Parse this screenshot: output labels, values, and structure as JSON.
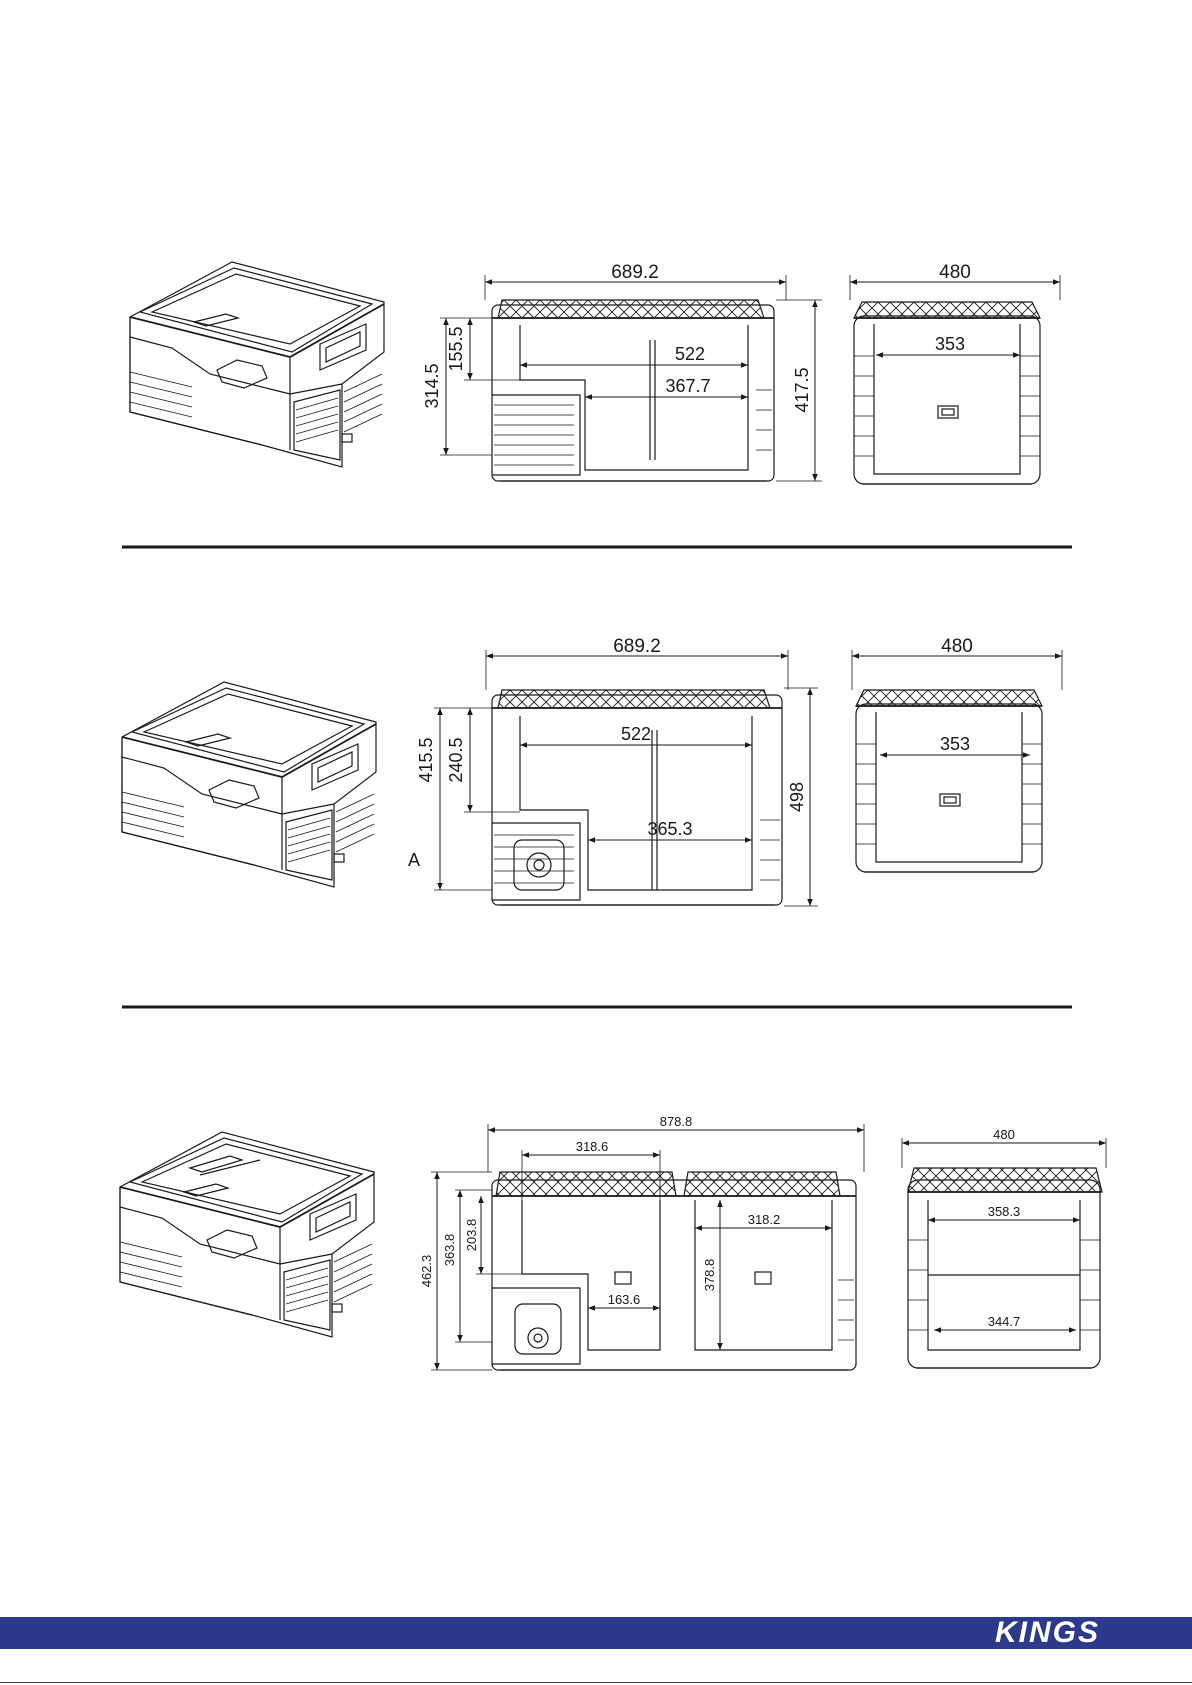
{
  "brand": {
    "logo_text": "KINGS"
  },
  "colors": {
    "footer_band": "#2d3a8c",
    "line": "#1a1a1a"
  },
  "sections": [
    {
      "side": {
        "overall_width": "689.2",
        "interior_width": "522",
        "step_width": "367.7",
        "overall_height": "417.5",
        "interior_height": "314.5",
        "step_height": "155.5"
      },
      "end": {
        "overall_width": "480",
        "interior_width": "353"
      }
    },
    {
      "side": {
        "overall_width": "689.2",
        "interior_width": "522",
        "step_width": "365.3",
        "overall_height": "498",
        "interior_height": "415.5",
        "step_height": "240.5",
        "marker": "A"
      },
      "end": {
        "overall_width": "480",
        "interior_width": "353"
      }
    },
    {
      "side": {
        "overall_width": "878.8",
        "left_compartment_width": "318.6",
        "right_compartment_width": "318.2",
        "step_width": "163.6",
        "overall_height": "462.3",
        "left_height": "363.8",
        "step_height": "203.8",
        "right_height": "378.8"
      },
      "end": {
        "overall_width": "480",
        "top_interior_width": "358.3",
        "bottom_interior_width": "344.7"
      }
    }
  ]
}
